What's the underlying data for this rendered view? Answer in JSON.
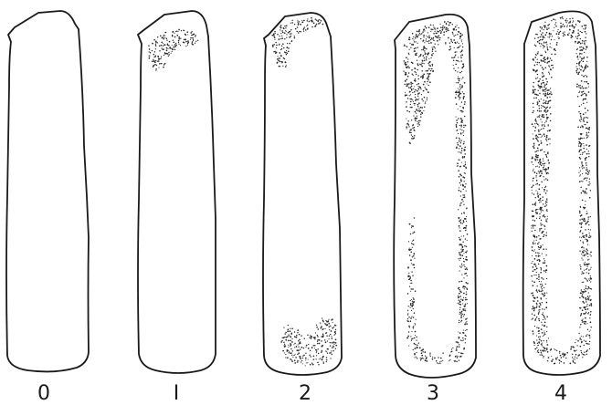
{
  "figure": {
    "panels": [
      {
        "label": "0"
      },
      {
        "label": "I"
      },
      {
        "label": "2"
      },
      {
        "label": "3"
      },
      {
        "label": "4"
      }
    ]
  },
  "colors": {
    "ink": "#1a1a1a",
    "background": "#ffffff"
  }
}
